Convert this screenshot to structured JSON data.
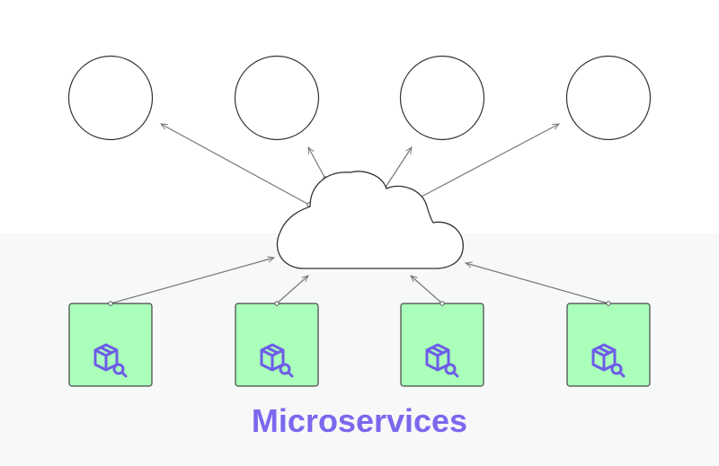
{
  "caption": "Microservices",
  "colors": {
    "caption": "#7b68ee",
    "service_fill": "#aaffbb",
    "service_stroke": "#444444",
    "service_icon": "#6d5ce8",
    "arrow": "#777777",
    "circle_stroke": "#333333",
    "cloud_stroke": "#333333"
  },
  "clients": [
    {
      "name": "client-circle-1"
    },
    {
      "name": "client-circle-2"
    },
    {
      "name": "client-circle-3"
    },
    {
      "name": "client-circle-4"
    }
  ],
  "services": [
    {
      "icon": "package-search-icon"
    },
    {
      "icon": "package-search-icon"
    },
    {
      "icon": "package-search-icon"
    },
    {
      "icon": "package-search-icon"
    }
  ],
  "hub": {
    "icon": "cloud-icon"
  }
}
